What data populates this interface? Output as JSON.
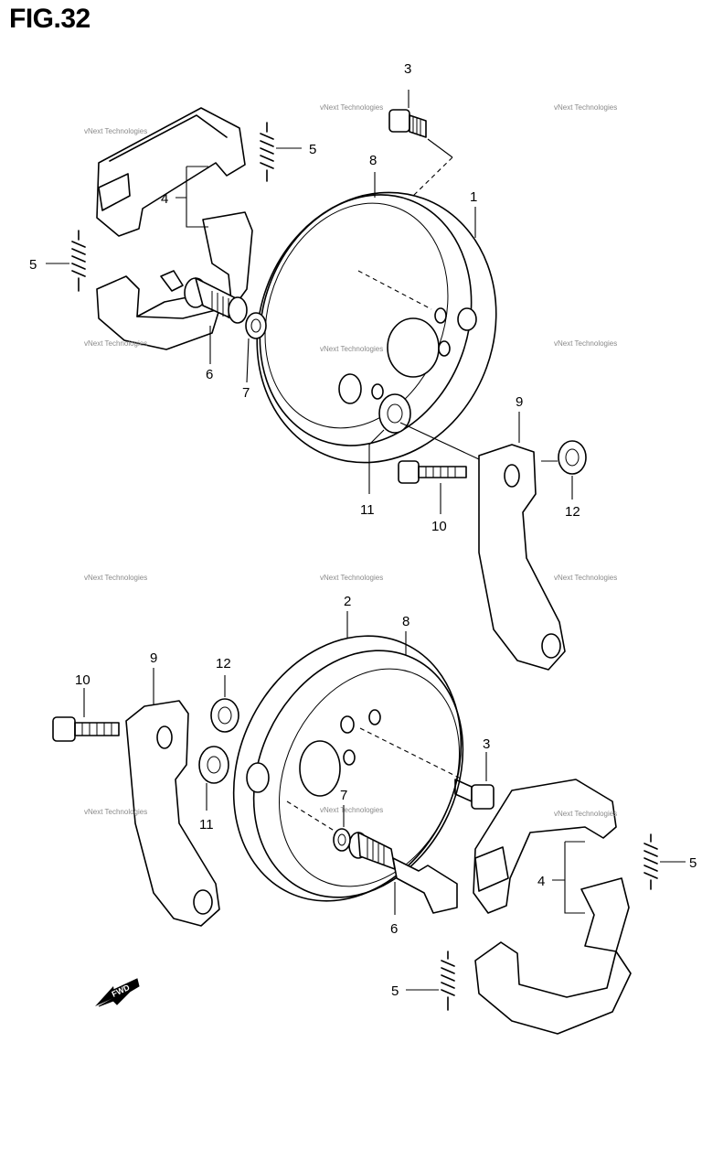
{
  "figure": {
    "title": "FIG.32"
  },
  "watermark": {
    "text": "vNext Technologies"
  },
  "fwd_marker": {
    "label": "FWD"
  },
  "callouts": {
    "front": {
      "c1": "1",
      "c3": "3",
      "c4": "4",
      "c5a": "5",
      "c5b": "5",
      "c6": "6",
      "c7": "7",
      "c8": "8",
      "c9": "9",
      "c10": "10",
      "c11": "11",
      "c12": "12"
    },
    "rear": {
      "c2": "2",
      "c3": "3",
      "c4": "4",
      "c5a": "5",
      "c5b": "5",
      "c6": "6",
      "c7": "7",
      "c8": "8",
      "c9": "9",
      "c10": "10",
      "c11": "11",
      "c12": "12"
    }
  }
}
